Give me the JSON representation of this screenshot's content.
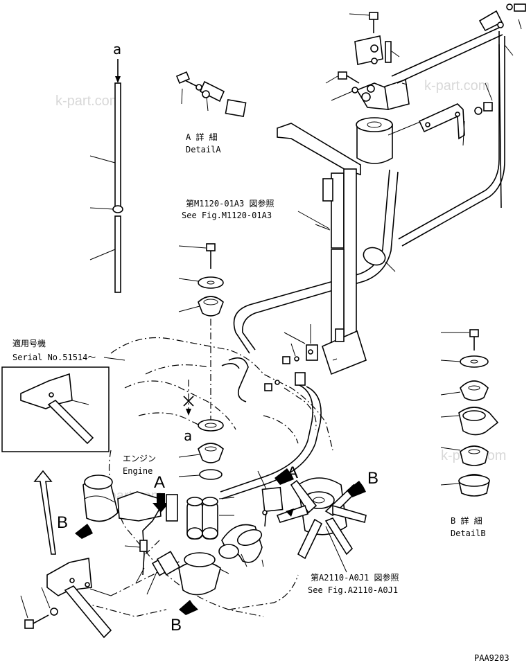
{
  "labels": {
    "a_top": "a",
    "a_mid": "a",
    "detail_a_jp": "A 詳 細",
    "detail_a_en": "DetailA",
    "ref_m1120_jp": "第M1120-01A3 図参照",
    "ref_m1120_en": "See Fig.M1120-01A3",
    "serial_jp": "適用号機",
    "serial_en": "Serial No.51514～",
    "engine_jp": "エンジン",
    "engine_en": "Engine",
    "detail_b_jp": "B 詳 細",
    "detail_b_en": "DetailB",
    "ref_a2110_jp": "第A2110-A0J1 図参照",
    "ref_a2110_en": "See Fig.A2110-A0J1",
    "arrow_a_small": "A",
    "arrow_a_right": "A",
    "arrow_b_right": "B",
    "arrow_b_left": "B",
    "arrow_b_bottom": "B",
    "page_code": "PAA9203"
  },
  "watermarks": [
    "k-part.com",
    "k-part.com",
    "k-part.com",
    "k-part.com"
  ]
}
